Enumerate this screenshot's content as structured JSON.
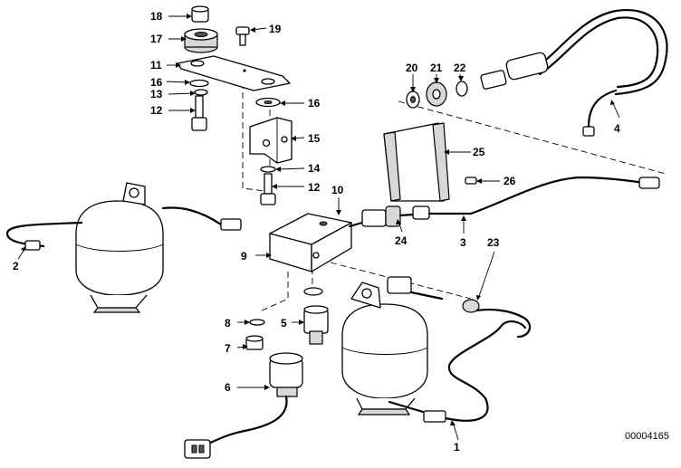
{
  "diagram": {
    "labels": {
      "p1": "1",
      "p2": "2",
      "p3": "3",
      "p4": "4",
      "p5": "5",
      "p6": "6",
      "p7": "7",
      "p8": "8",
      "p9": "9",
      "p10": "10",
      "p11": "11",
      "p12a": "12",
      "p12b": "12",
      "p13": "13",
      "p14": "14",
      "p15": "15",
      "p16a": "16",
      "p16b": "16",
      "p17": "17",
      "p18": "18",
      "p19": "19",
      "p20": "20",
      "p21": "21",
      "p22": "22",
      "p23": "23",
      "p24": "24",
      "p25": "25",
      "p26": "26"
    },
    "document_number": "00004165"
  }
}
